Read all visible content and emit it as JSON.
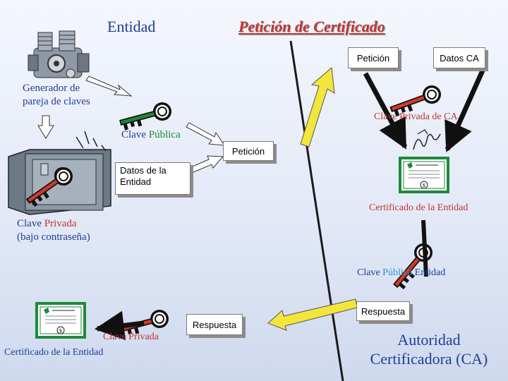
{
  "titles": {
    "entity": "Entidad",
    "certificate_request": "Petición de Certificado"
  },
  "labels": {
    "key_pair_generator": [
      "Generador de",
      "pareja de claves"
    ],
    "public_key_prefix": "Clave",
    "public_key_word": "Pública",
    "private_key_protected_prefix": "Clave",
    "private_key_protected_word": "Privada",
    "private_key_protected_note": "(bajo contraseña)",
    "ca_private_key": "Clave Privada de CA",
    "entity_certificate_right": "Certificado de la Entidad",
    "entity_public_key_prefix": "Clave",
    "entity_public_key_word": "Pública",
    "entity_public_key_suffix": "Entidad",
    "private_key_bottom": "Clave Privada",
    "entity_certificate_bottom": "Certificado de la Entidad",
    "ca_name": [
      "Autoridad",
      "Certificadora (CA)"
    ]
  },
  "boxes": {
    "request_top": "Petición",
    "ca_data": "Datos CA",
    "request_middle": "Petición",
    "entity_data": "Datos de la Entidad",
    "response_right": "Respuesta",
    "response_bottom": "Respuesta"
  },
  "icons": {
    "engine": "engine-icon",
    "safe": "safe-icon",
    "key": "key-icon",
    "certificate": "certificate-icon",
    "signature": "signature-icon"
  },
  "colors": {
    "title_blue": "#1f3e93",
    "title_red": "#c0352e",
    "key_green": "#1c8a38",
    "key_red": "#d23a2a",
    "arrow_yellow": "#f2e63c",
    "certificate_green": "#1f8a3c"
  }
}
